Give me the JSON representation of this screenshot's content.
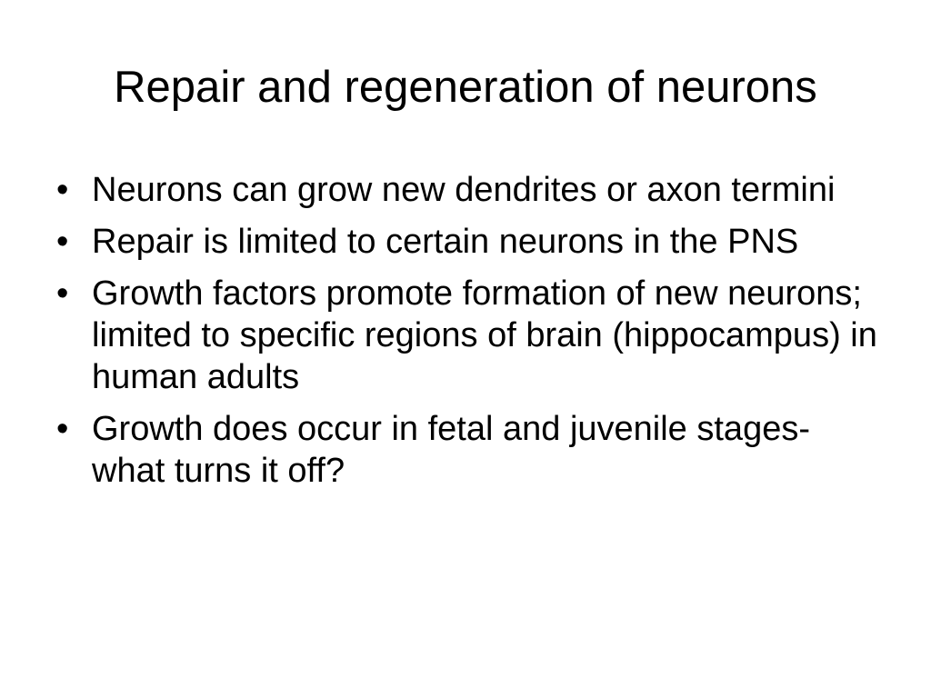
{
  "slide": {
    "title": "Repair and regeneration of neurons",
    "bullet_marker": "•",
    "bullets": [
      "Neurons can grow new dendrites or axon termini",
      "Repair is limited to certain neurons in the PNS",
      "Growth factors promote formation of new neurons; limited to specific regions of brain (hippocampus) in human adults",
      "Growth does occur in fetal and juvenile stages- what turns it off?"
    ]
  }
}
